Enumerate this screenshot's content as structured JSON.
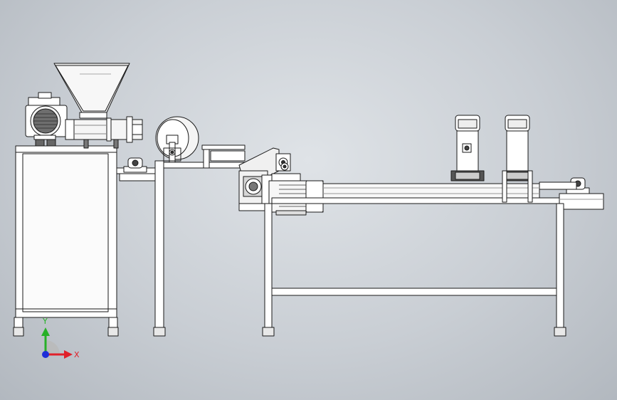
{
  "triad": {
    "x_label": "X",
    "y_label": "Y",
    "x_color": "#e0202a",
    "y_color": "#27b027",
    "z_color": "#1f2fd8"
  },
  "colors": {
    "line": "#1a1a1a",
    "part_fill": "#ffffff",
    "shade": "#d9d9d9",
    "dark": "#555555"
  },
  "assembly": {
    "parts": [
      "control-cabinet",
      "feed-hopper",
      "extruder-motor",
      "extruder-barrel",
      "cutting-wheel",
      "pillow-block-bearing",
      "worm-gearbox",
      "drive-motor",
      "conveyor-beam",
      "pneumatic-cylinder",
      "support-frame"
    ]
  }
}
